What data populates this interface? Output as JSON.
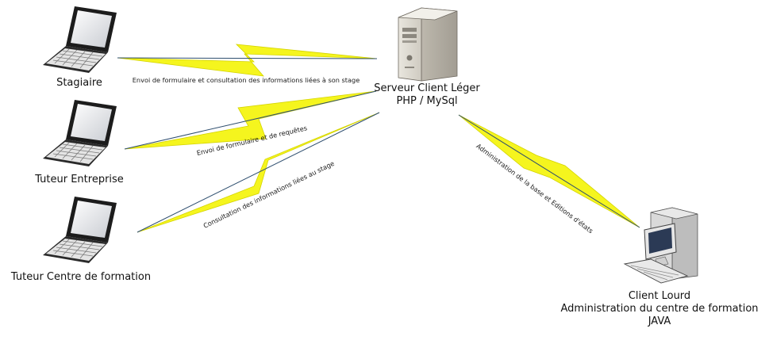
{
  "nodes": {
    "stagiaire": {
      "label": "Stagiaire",
      "device": "laptop-icon"
    },
    "tuteur_entreprise": {
      "label": "Tuteur Entreprise",
      "device": "laptop-icon"
    },
    "tuteur_centre": {
      "label": "Tuteur Centre de formation",
      "device": "laptop-icon"
    },
    "serveur": {
      "line1": "Serveur Client Léger",
      "line2": "PHP / MySql",
      "device": "server-tower-icon"
    },
    "client_lourd": {
      "line1": "Client Lourd",
      "line2": "Administration du centre de formation",
      "line3": "JAVA",
      "device": "desktop-computer-icon"
    }
  },
  "links": {
    "stagiaire_serveur": "Envoi de formulaire et consultation des informations liées à son stage",
    "entreprise_serveur": "Envoi de formulaire et de requêtes",
    "centre_serveur": "Consultation des informations liées au stage",
    "client_serveur": "Administration de la base et Editions d'états"
  },
  "colors": {
    "bolt_fill": "#f5f51e",
    "bolt_edge": "#d8d800",
    "link_line": "#2f4f6f"
  }
}
